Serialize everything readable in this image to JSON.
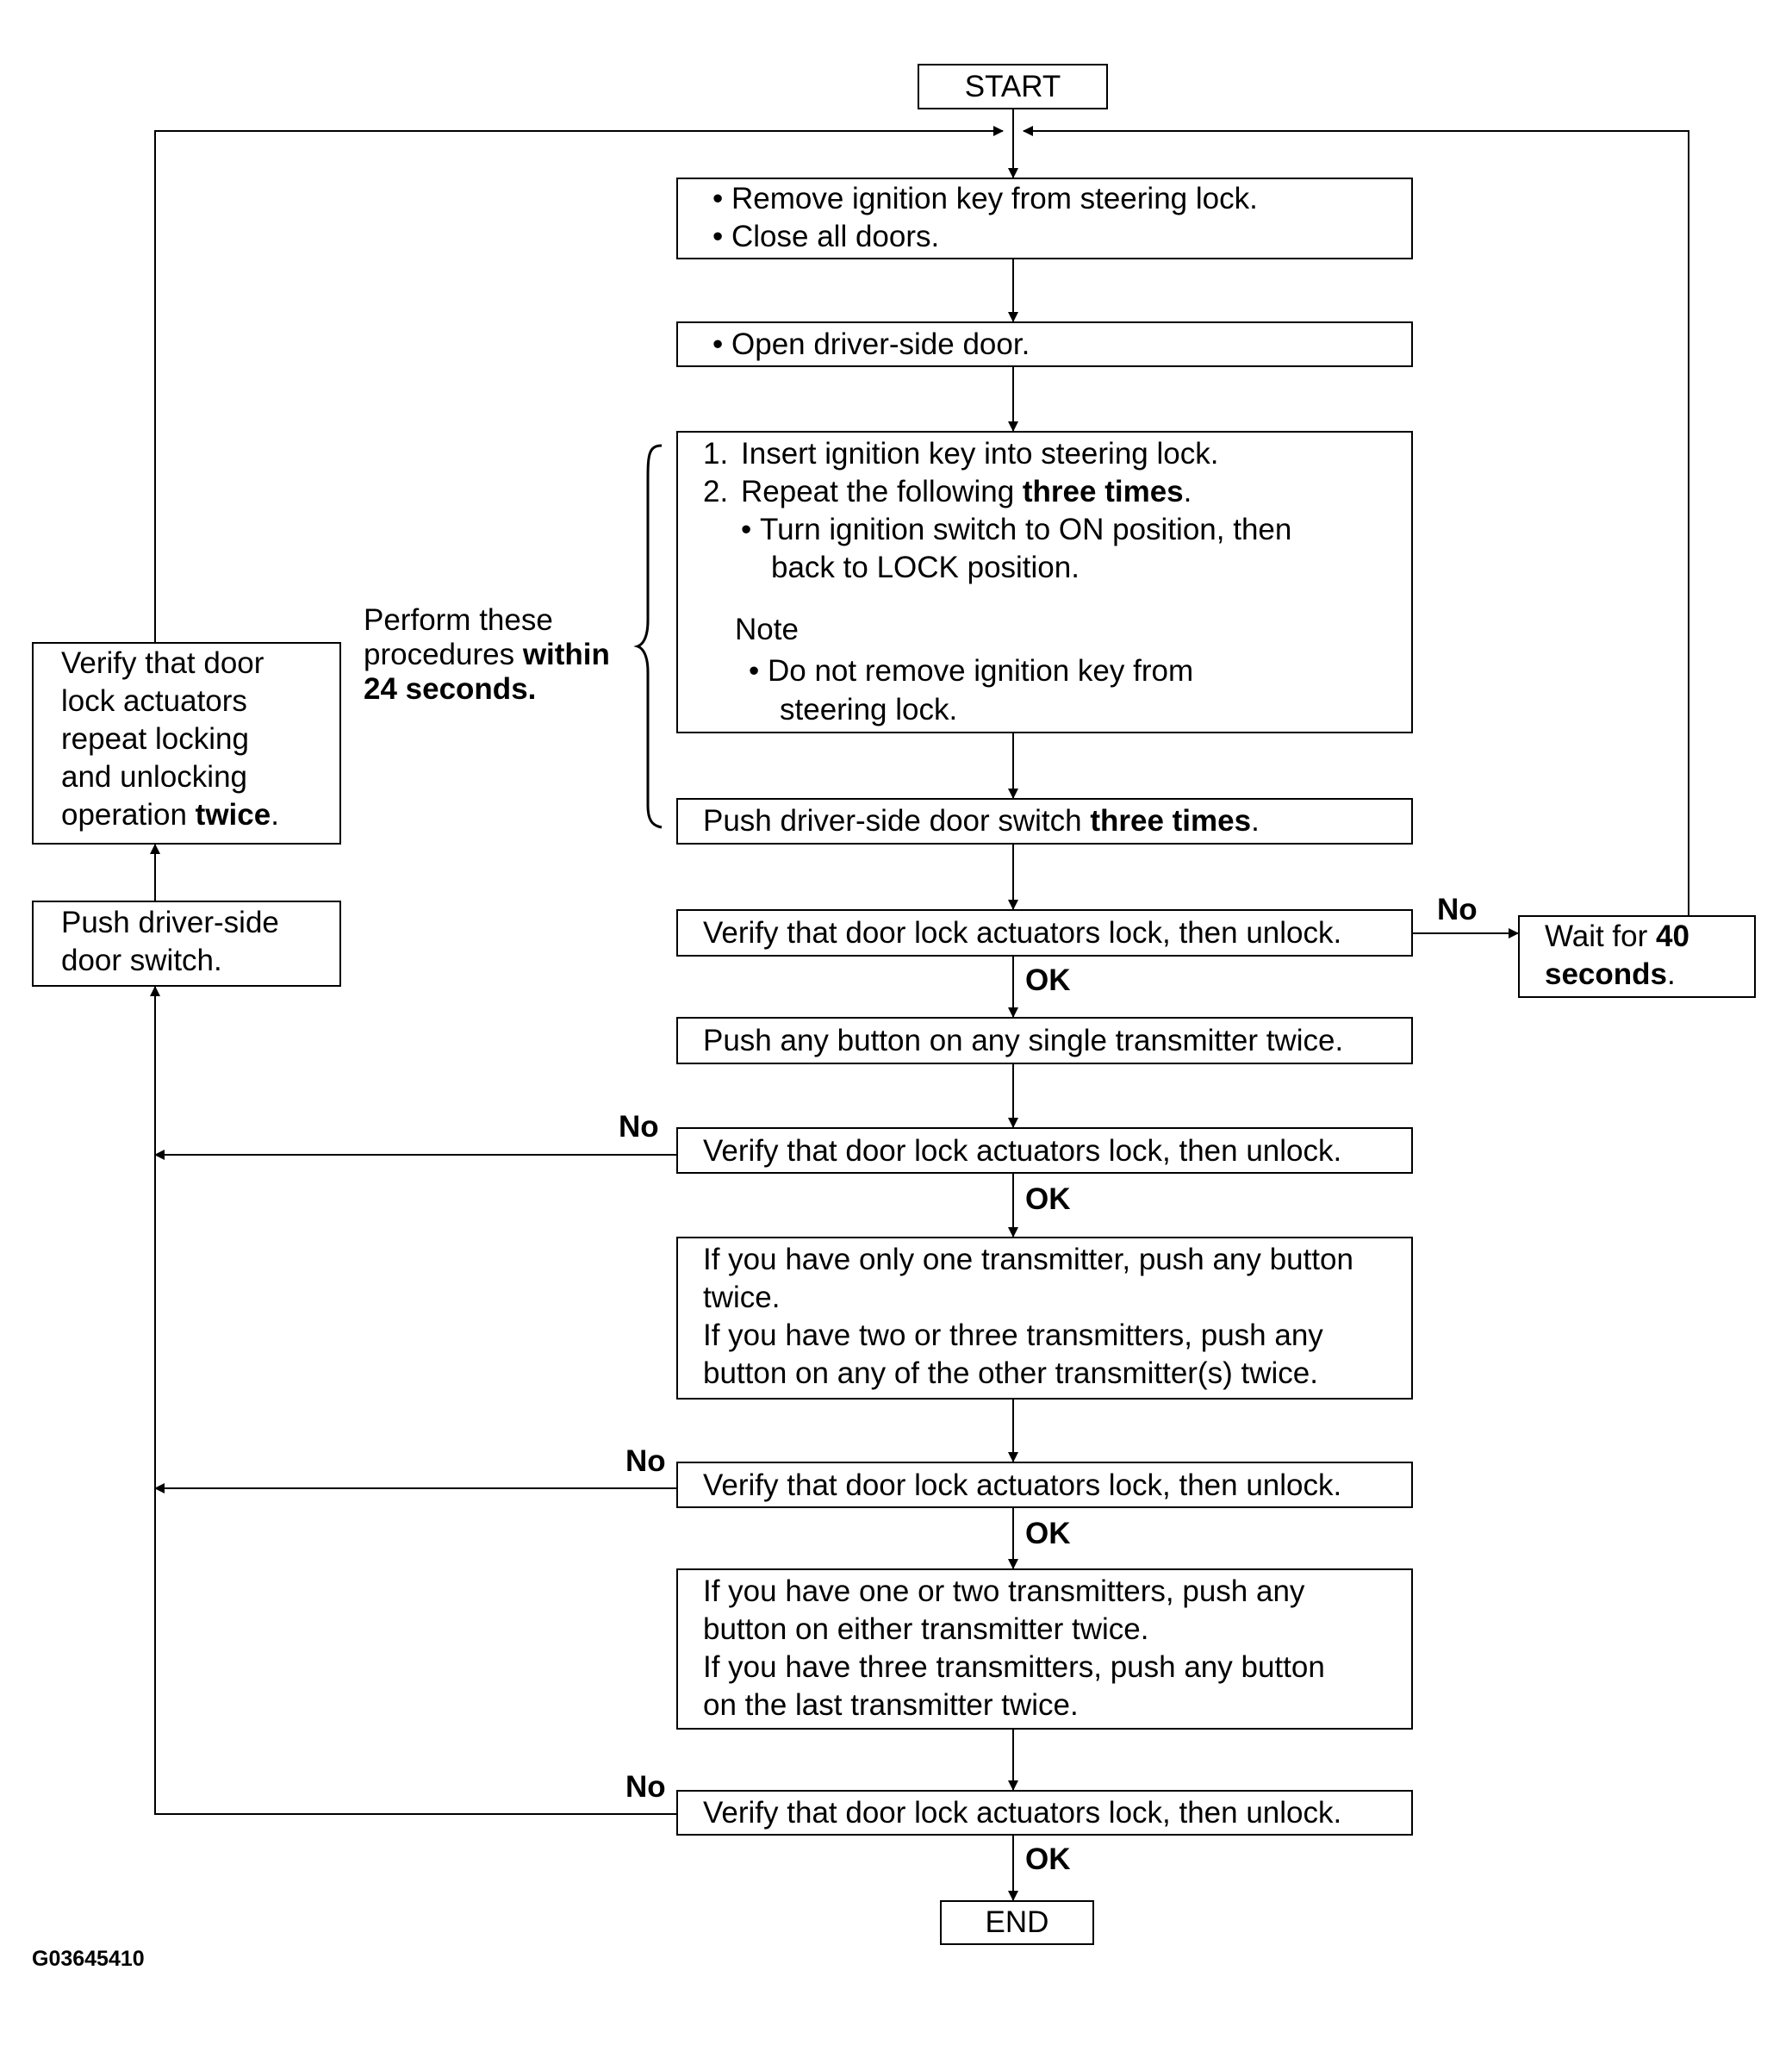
{
  "start": "START",
  "end": "END",
  "step_remove_key": [
    "Remove ignition key from steering lock.",
    "Close all doors."
  ],
  "step_open_door": "Open driver-side door.",
  "step_insert": {
    "item1_num": "1.",
    "item1": "Insert ignition key into steering lock.",
    "item2_num": "2.",
    "item2_pre": "Repeat the following ",
    "item2_bold": "three times",
    "item2_post": ".",
    "sub1": "Turn ignition switch to ON position, then",
    "sub2": "back to LOCK position.",
    "note_title": "Note",
    "note1": "Do not remove ignition key from",
    "note2": "steering lock."
  },
  "step_push_three": {
    "pre": "Push driver-side door switch ",
    "bold": "three times",
    "post": "."
  },
  "bullet": "•",
  "perform": {
    "line1": "Perform these",
    "line2_pre": "procedures ",
    "line2_bold": "within",
    "line3": "24 seconds."
  },
  "verify_text": "Verify that door lock actuators lock, then unlock.",
  "wait": {
    "pre": "Wait for ",
    "bold1": "40",
    "bold2": "seconds",
    "post": "."
  },
  "step_push_any": "Push any button on any single transmitter twice.",
  "step_one_transmitter": [
    "If you have only one transmitter, push any button",
    "twice.",
    "If you have two or three transmitters, push any",
    "button on any of the other transmitter(s) twice."
  ],
  "step_two_transmitters": [
    "If you have one or two transmitters, push any",
    "button on either transmitter twice.",
    "If you have three transmitters, push any button",
    "on the last transmitter twice."
  ],
  "verify_repeat": {
    "lines": [
      "Verify that door",
      "lock actuators",
      "repeat locking",
      "and unlocking"
    ],
    "last_pre": "operation ",
    "last_bold": "twice",
    "last_post": "."
  },
  "push_switch": [
    "Push driver-side",
    "door switch."
  ],
  "label_ok": "OK",
  "label_no": "No",
  "figure_id": "G03645410"
}
